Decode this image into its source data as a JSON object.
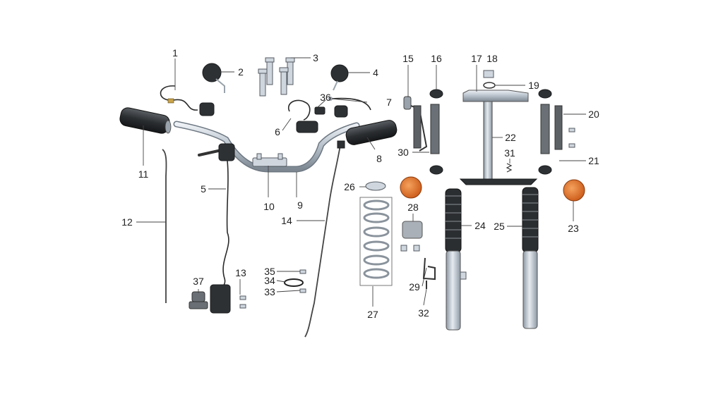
{
  "diagram": {
    "callouts": [
      "1",
      "2",
      "3",
      "4",
      "5",
      "6",
      "7",
      "8",
      "9",
      "10",
      "11",
      "12",
      "13",
      "14",
      "15",
      "16",
      "17",
      "18",
      "19",
      "20",
      "21",
      "22",
      "23",
      "24",
      "25",
      "26",
      "27",
      "28",
      "29",
      "30",
      "31",
      "32",
      "33",
      "34",
      "35",
      "36",
      "37"
    ]
  },
  "colors": {
    "background": "#ffffff",
    "lens_orange": "#e2712a",
    "grip_black": "#2e3134",
    "chrome": "#cfd6de",
    "fork_silver": "#b9c4cf"
  }
}
